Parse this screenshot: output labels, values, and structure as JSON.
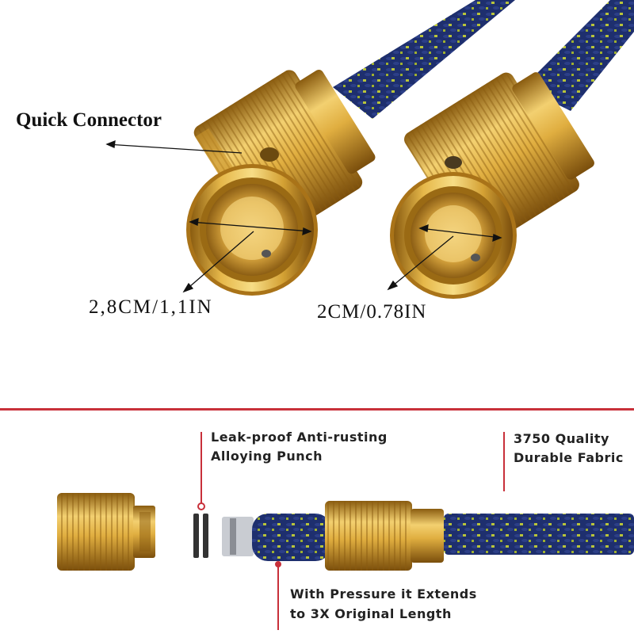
{
  "top_section": {
    "callout_connector": "Quick Connector",
    "dimension_left": "2,8CM/1,1IN",
    "dimension_right": "2CM/0.78IN"
  },
  "bottom_section": {
    "feature_leak": {
      "line1": "Leak-proof Anti-rusting",
      "line2": "Alloying Punch"
    },
    "feature_fabric": {
      "line1": "3750 Quality",
      "line2": "Durable Fabric"
    },
    "feature_pressure": {
      "line1": "With Pressure it Extends",
      "line2": "to 3X Original Length"
    }
  },
  "colors": {
    "brass": "#d9a93a",
    "brass_dark": "#9a6a14",
    "hose_navy": "#1e2f6e",
    "hose_fleck": "#b8c43a",
    "divider_red": "#c8303a"
  }
}
